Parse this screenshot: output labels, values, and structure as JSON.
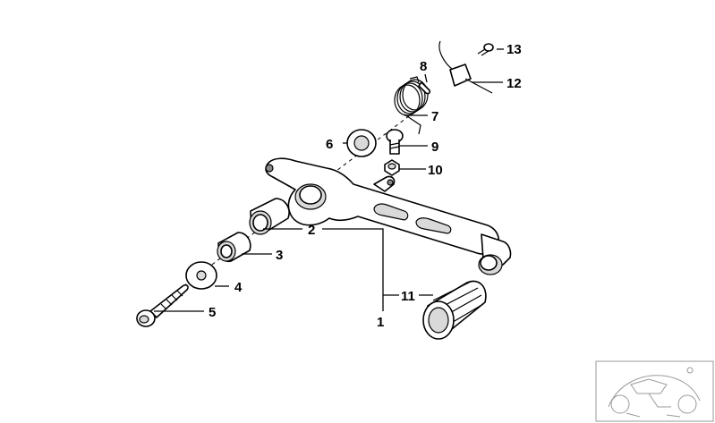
{
  "callouts": {
    "c1": "1",
    "c2": "2",
    "c3": "3",
    "c4": "4",
    "c5": "5",
    "c6": "6",
    "c7": "7",
    "c8": "8",
    "c9": "9",
    "c10": "10",
    "c11": "11",
    "c12": "12",
    "c13": "13"
  },
  "colors": {
    "line": "#000000",
    "part_fill": "#ffffff",
    "shade": "#d9d9d9",
    "thumbnail_line": "#9a9a9a"
  },
  "thumbnail": {
    "icon": "motorcycle-thumbnail-icon"
  }
}
